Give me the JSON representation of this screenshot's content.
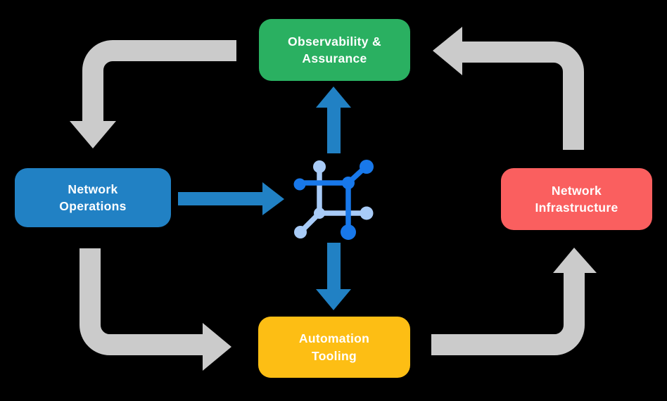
{
  "diagram": {
    "background_color": "#000000",
    "text_color": "#FFFFFF",
    "nodes": {
      "observability": {
        "line1": "Observability &",
        "line2": "Assurance",
        "color": "#2AB061"
      },
      "operations": {
        "line1": "Network",
        "line2": "Operations",
        "color": "#2181C4"
      },
      "infrastructure": {
        "line1": "Network",
        "line2": "Infrastructure",
        "color": "#FA5F5F"
      },
      "automation": {
        "line1": "Automation",
        "line2": "Tooling",
        "color": "#FDBE14"
      }
    },
    "hub_icon": {
      "name": "network-hub-icon",
      "dark_color": "#1878EA",
      "light_color": "#A8CBF7"
    },
    "arrows": {
      "gray_color": "#CBCBCB",
      "blue_color": "#2181C4",
      "flow": [
        {
          "from": "observability",
          "to": "operations",
          "style": "gray-elbow"
        },
        {
          "from": "operations",
          "to": "automation",
          "style": "gray-elbow"
        },
        {
          "from": "automation",
          "to": "infrastructure",
          "style": "gray-elbow"
        },
        {
          "from": "infrastructure",
          "to": "observability",
          "style": "gray-elbow"
        },
        {
          "from": "operations",
          "to": "hub",
          "style": "blue-straight"
        },
        {
          "from": "hub",
          "to": "observability",
          "style": "blue-straight"
        },
        {
          "from": "hub",
          "to": "automation",
          "style": "blue-straight"
        }
      ]
    }
  }
}
